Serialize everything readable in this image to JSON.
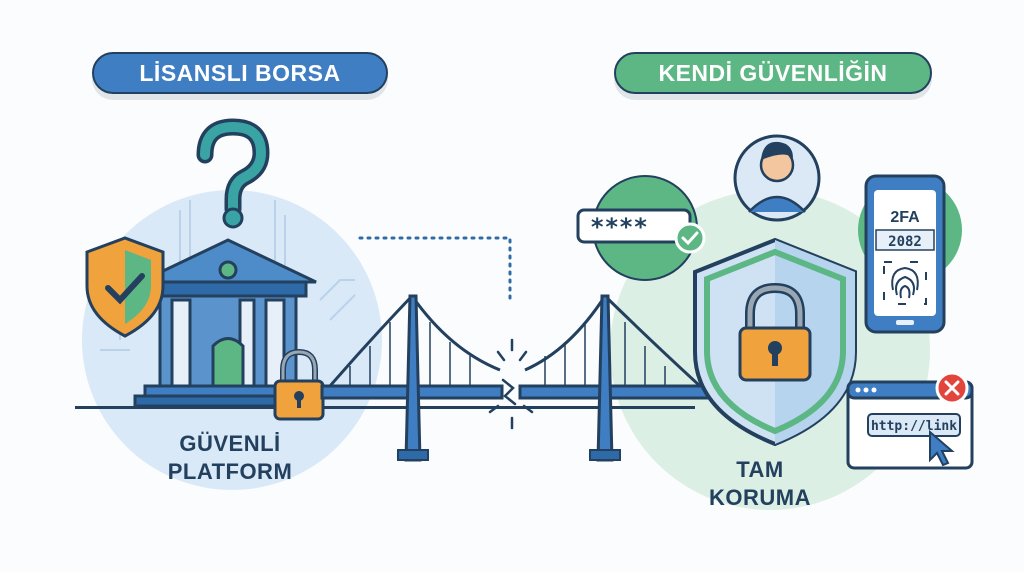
{
  "left_panel": {
    "header": "LİSANSLI BORSA",
    "caption_line1": "GÜVENLİ",
    "caption_line2": "PLATFORM"
  },
  "right_panel": {
    "header": "KENDİ GÜVENLİĞİN",
    "caption_line1": "TAM",
    "caption_line2": "KORUMA"
  },
  "password_field": "****",
  "phone": {
    "title": "2FA",
    "code": "2082"
  },
  "browser": {
    "url": "http://link"
  },
  "colors": {
    "blue": "#3f7ec3",
    "green": "#5cb784",
    "navy": "#23405e",
    "orange": "#f0a23c",
    "red": "#e2453c"
  },
  "icons": [
    "question-mark-icon",
    "shield-check-icon",
    "bank-building-icon",
    "padlock-icon",
    "suspension-bridge-icon",
    "broken-link-icon",
    "user-avatar-icon",
    "password-check-icon",
    "phone-2fa-icon",
    "fingerprint-icon",
    "browser-phishing-icon",
    "cursor-icon",
    "close-icon"
  ]
}
